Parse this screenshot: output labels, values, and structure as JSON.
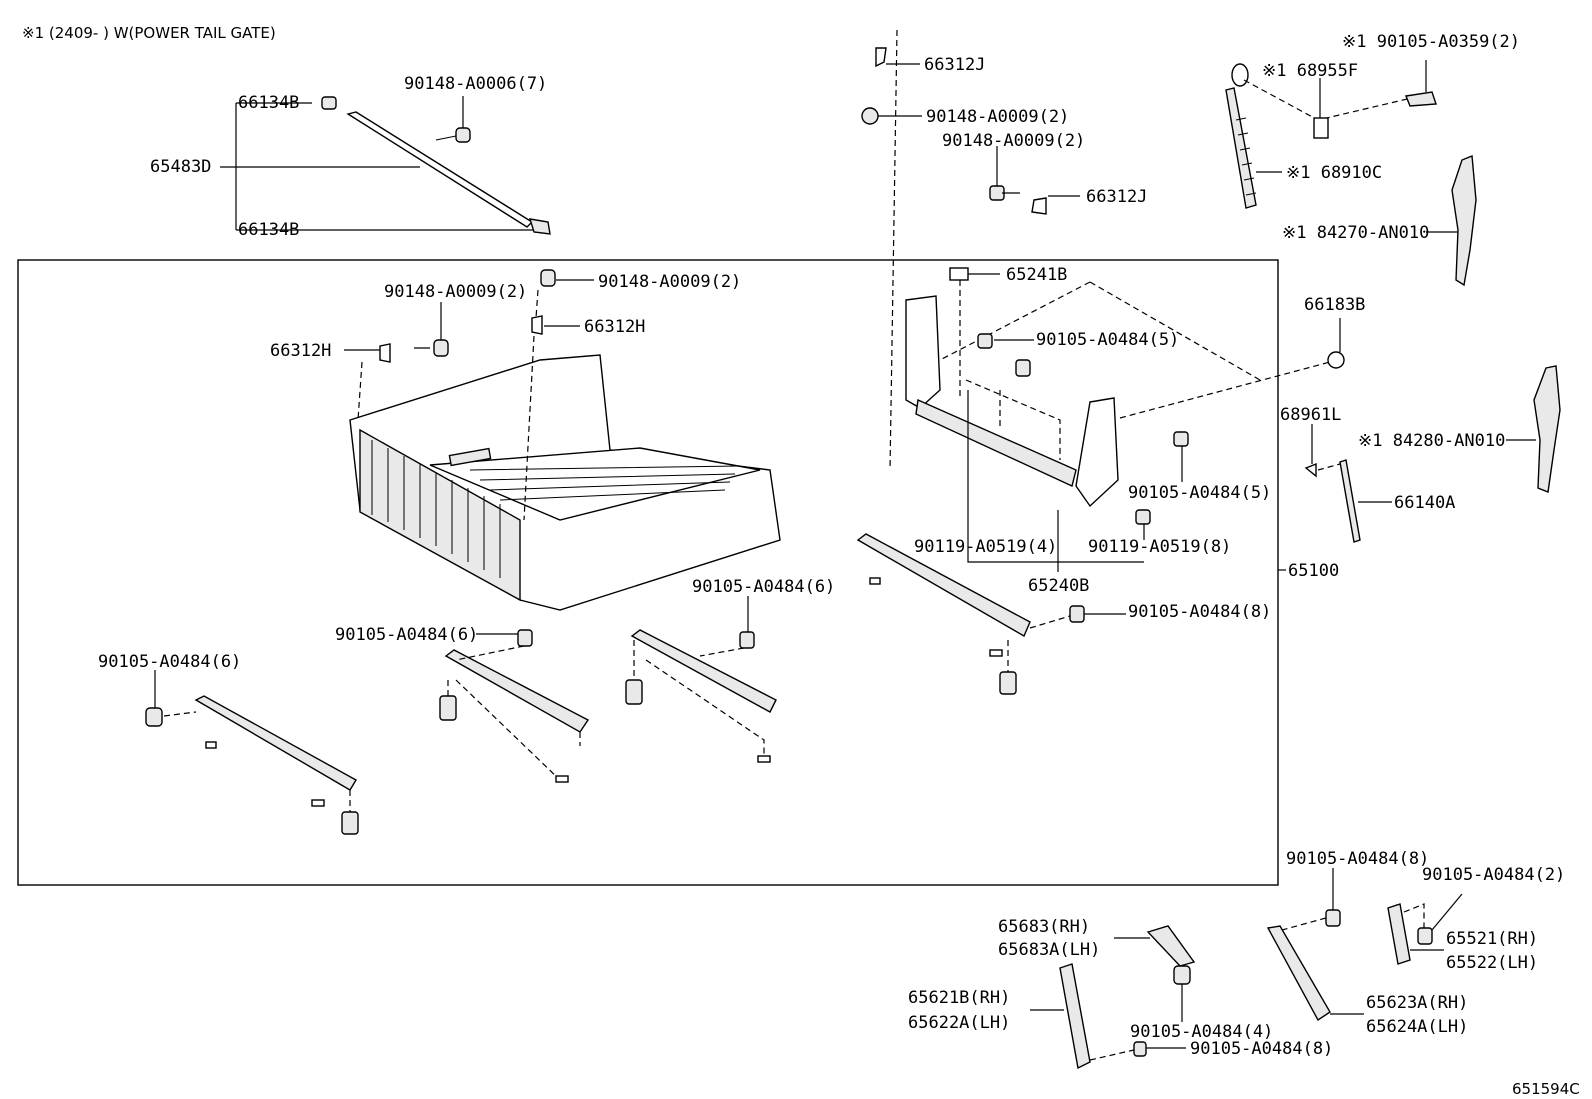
{
  "note": "※1 (2409-        ) W(POWER TAIL GATE)",
  "diagram_id": "651594C",
  "labels": {
    "p66134B_top": "66134B",
    "p65483D": "65483D",
    "p66134B_bot": "66134B",
    "p90148_A0006_7": "90148-A0006(7)",
    "p66312J_a": "66312J",
    "p90148_A0009_2_a": "90148-A0009(2)",
    "p90148_A0009_2_b": "90148-A0009(2)",
    "p66312J_b": "66312J",
    "p90105_A0359_2": "※1 90105-A0359(2)",
    "p68955F": "※1 68955F",
    "p68910C": "※1 68910C",
    "p84270_AN010": "※1 84270-AN010",
    "p65241B": "65241B",
    "p90148_A0009_2_c": "90148-A0009(2)",
    "p90148_A0009_2_d": "90148-A0009(2)",
    "p66312H_a": "66312H",
    "p66312H_b": "66312H",
    "p90105_A0484_5_a": "90105-A0484(5)",
    "p66183B": "66183B",
    "p68961L": "68961L",
    "p84280_AN010": "※1 84280-AN010",
    "p66140A": "66140A",
    "p90105_A0484_5_b": "90105-A0484(5)",
    "p90119_A0519_4": "90119-A0519(4)",
    "p90119_A0519_8": "90119-A0519(8)",
    "p65240B": "65240B",
    "p65100": "65100",
    "p90105_A0484_6_a": "90105-A0484(6)",
    "p90105_A0484_8_a": "90105-A0484(8)",
    "p90105_A0484_6_b": "90105-A0484(6)",
    "p90105_A0484_6_c": "90105-A0484(6)",
    "p90105_A0484_8_b": "90105-A0484(8)",
    "p90105_A0484_2": "90105-A0484(2)",
    "p65683_RH": "65683(RH)",
    "p65683A_LH": "65683A(LH)",
    "p65521_RH": "65521(RH)",
    "p65522_LH": "65522(LH)",
    "p65621B_RH": "65621B(RH)",
    "p65622A_LH": "65622A(LH)",
    "p65623A_RH": "65623A(RH)",
    "p65624A_LH": "65624A(LH)",
    "p90105_A0484_4": "90105-A0484(4)",
    "p90105_A0484_8_c": "90105-A0484(8)"
  }
}
